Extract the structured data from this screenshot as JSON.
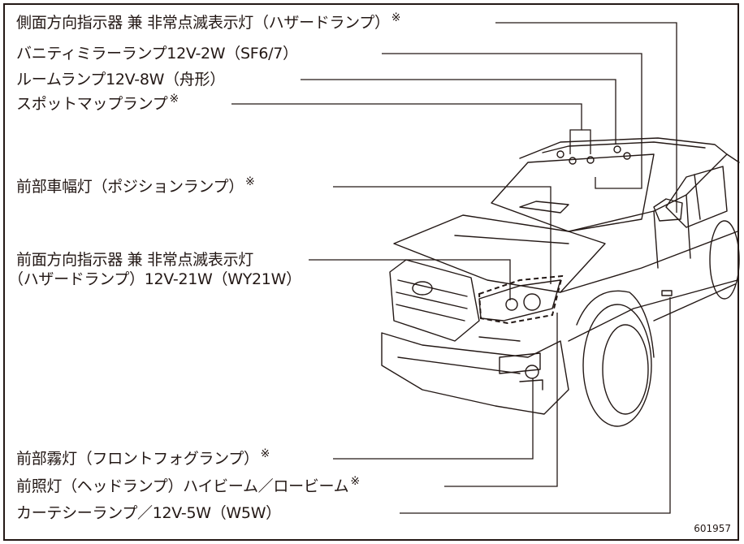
{
  "labels": {
    "side_turn": "側面方向指示器 兼 非常点滅表示灯（ハザードランプ）",
    "vanity": "バニティミラーランプ12V-2W（SF6/7）",
    "room": "ルームランプ12V-8W（舟形）",
    "spot": "スポットマップランプ",
    "position": "前部車幅灯（ポジションランプ）",
    "front_turn_1": "前面方向指示器 兼 非常点滅表示灯",
    "front_turn_2": "（ハザードランプ）12V-21W（WY21W）",
    "fog": "前部霧灯（フロントフォグランプ）",
    "headlamp": "前照灯（ヘッドランプ）ハイビーム／ロービーム",
    "courtesy": "カーテシーランプ／12V-5W（W5W）"
  },
  "note_mark": "※",
  "figure_code": "601957"
}
